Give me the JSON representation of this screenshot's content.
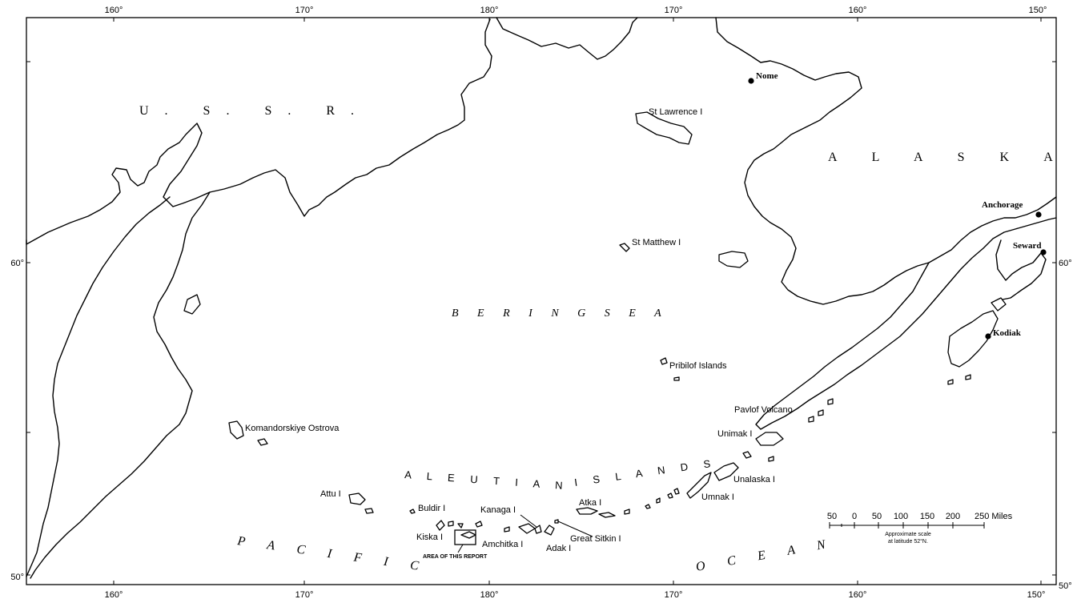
{
  "longitude_labels": {
    "top": [
      "160°",
      "170°",
      "180°",
      "170°",
      "160°",
      "150°"
    ],
    "bottom": [
      "160°",
      "170°",
      "180°",
      "170°",
      "160°",
      "150°"
    ]
  },
  "latitude_labels": {
    "left": [
      "60°",
      "50°"
    ],
    "right": [
      "60°",
      "50°"
    ]
  },
  "regions": {
    "ussr": "U. S. S. R.",
    "alaska": "A L A S K A",
    "bering_sea": "B E R I N G   S E A",
    "aleutian": "A L E U T I A N",
    "islands": "I S L A N D S",
    "pacific": "P A C I F I C",
    "ocean": "O C E A N"
  },
  "cities": {
    "nome": "Nome",
    "anchorage": "Anchorage",
    "seward": "Seward",
    "kodiak": "Kodiak"
  },
  "places": {
    "st_lawrence": "St Lawrence I",
    "st_matthew": "St Matthew I",
    "pribilof": "Pribilof Islands",
    "pavlof": "Pavlof Volcano",
    "unimak": "Unimak I",
    "unalaska": "Unalaska I",
    "umnak": "Umnak I",
    "atka": "Atka I",
    "great_sitkin": "Great Sitkin I",
    "adak": "Adak I",
    "kanaga": "Kanaga I",
    "buldir": "Buldir I",
    "kiska": "Kiska I",
    "amchitka": "Amchitka I",
    "attu": "Attu I",
    "komandorskiye": "Komandorskiye Ostrova",
    "area_of_report": "AREA OF THIS REPORT"
  },
  "scale": {
    "numbers": [
      "50",
      "0",
      "50",
      "100",
      "150",
      "200",
      "250 Miles"
    ],
    "note_line1": "Approximate scale",
    "note_line2": "at latitude 52°N."
  }
}
